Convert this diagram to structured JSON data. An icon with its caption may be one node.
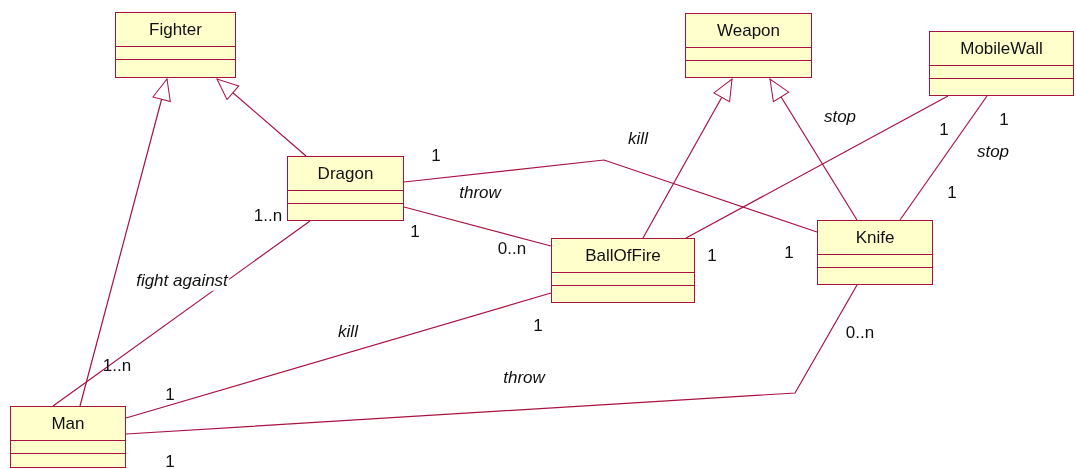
{
  "diagram": {
    "nodes": [
      {
        "text": [
          "Fighter"
        ]
      },
      {
        "text": [
          "Weapon"
        ]
      },
      {
        "text": [
          "MobileWall"
        ]
      },
      {
        "text": [
          "Dragon"
        ]
      },
      {
        "text": [
          "BallOfFire"
        ]
      },
      {
        "text": [
          "Knife"
        ]
      },
      {
        "text": [
          "Man"
        ]
      }
    ],
    "edges": [
      {
        "from": 6,
        "to": 0,
        "arrow": "to"
      },
      {
        "from": 3,
        "to": 0,
        "arrow": "to"
      },
      {
        "from": 4,
        "to": 1,
        "arrow": "to"
      },
      {
        "from": 5,
        "to": 1,
        "arrow": "to"
      },
      {
        "from": 3,
        "to": 5,
        "arrow": "none",
        "label": "kill"
      },
      {
        "from": 3,
        "to": 4,
        "arrow": "none",
        "label": "throw"
      },
      {
        "from": 2,
        "to": 4,
        "arrow": "none",
        "label": "stop"
      },
      {
        "from": 2,
        "to": 5,
        "arrow": "none",
        "label": "stop"
      },
      {
        "from": 3,
        "to": 6,
        "arrow": "none",
        "label": "fight against"
      },
      {
        "from": 4,
        "to": 6,
        "arrow": "none",
        "label": "kill"
      },
      {
        "from": 5,
        "to": 6,
        "arrow": "none",
        "label": "throw"
      }
    ],
    "labels": [
      "1",
      "1",
      "1",
      "1",
      "1..n",
      "1",
      "0..n",
      "1",
      "1",
      "1",
      "0..n",
      "1..n",
      "1",
      "1"
    ]
  }
}
